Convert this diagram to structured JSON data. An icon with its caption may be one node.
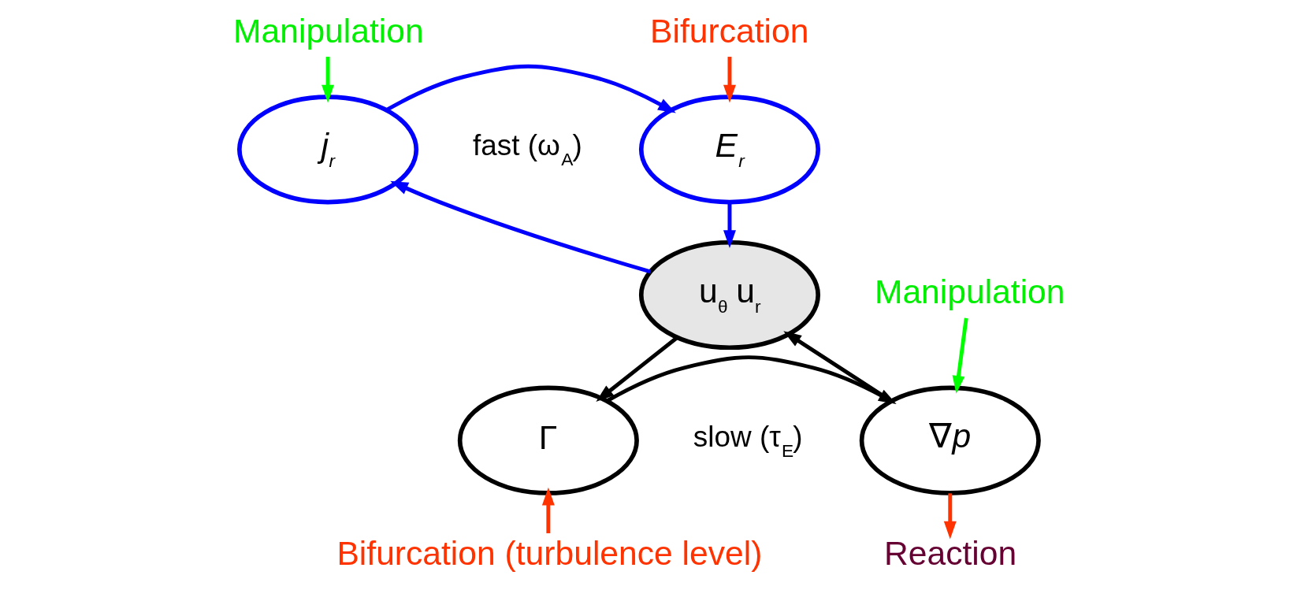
{
  "diagram": {
    "nodes": [
      {
        "text": [
          "j$_{r}$"
        ]
      },
      {
        "text": [
          "E$_{r}$"
        ]
      },
      {
        "text": [
          "u$_{θ}$ u$_{r}$"
        ]
      },
      {
        "text": [
          "Γ"
        ]
      },
      {
        "text": [
          "∇*p*"
        ]
      },
      {
        "text": [
          "Manipulation"
        ]
      },
      {
        "text": [
          "Bifurcation"
        ]
      },
      {
        "text": [
          "Manipulation"
        ]
      },
      {
        "text": [
          "Bifurcation (turbulence level)"
        ]
      },
      {
        "text": [
          "Reaction"
        ]
      }
    ],
    "edges": [
      {
        "from": 0,
        "to": 1,
        "arrow": "to",
        "color": "#0000ff"
      },
      {
        "from": 1,
        "to": 2,
        "arrow": "to",
        "color": "#0000ff"
      },
      {
        "from": 2,
        "to": 0,
        "arrow": "to",
        "color": "#0000ff"
      },
      {
        "from": 2,
        "to": 3,
        "arrow": "to",
        "color": "#000000"
      },
      {
        "from": 3,
        "to": 4,
        "arrow": "to",
        "color": "#000000"
      },
      {
        "from": 4,
        "to": 2,
        "arrow": "to",
        "color": "#000000"
      },
      {
        "from": 5,
        "to": 0,
        "arrow": "to",
        "color": "#00ff00"
      },
      {
        "from": 6,
        "to": 1,
        "arrow": "to",
        "color": "#ff3300"
      },
      {
        "from": 7,
        "to": 4,
        "arrow": "to",
        "color": "#00ff00"
      },
      {
        "from": 8,
        "to": 3,
        "arrow": "to",
        "color": "#ff3300"
      },
      {
        "from": 4,
        "to": 9,
        "arrow": "to",
        "color": "#ff3300"
      }
    ],
    "labels": [
      "fast (ω$_{A}$)",
      "slow (τ$_{E}$)"
    ]
  }
}
